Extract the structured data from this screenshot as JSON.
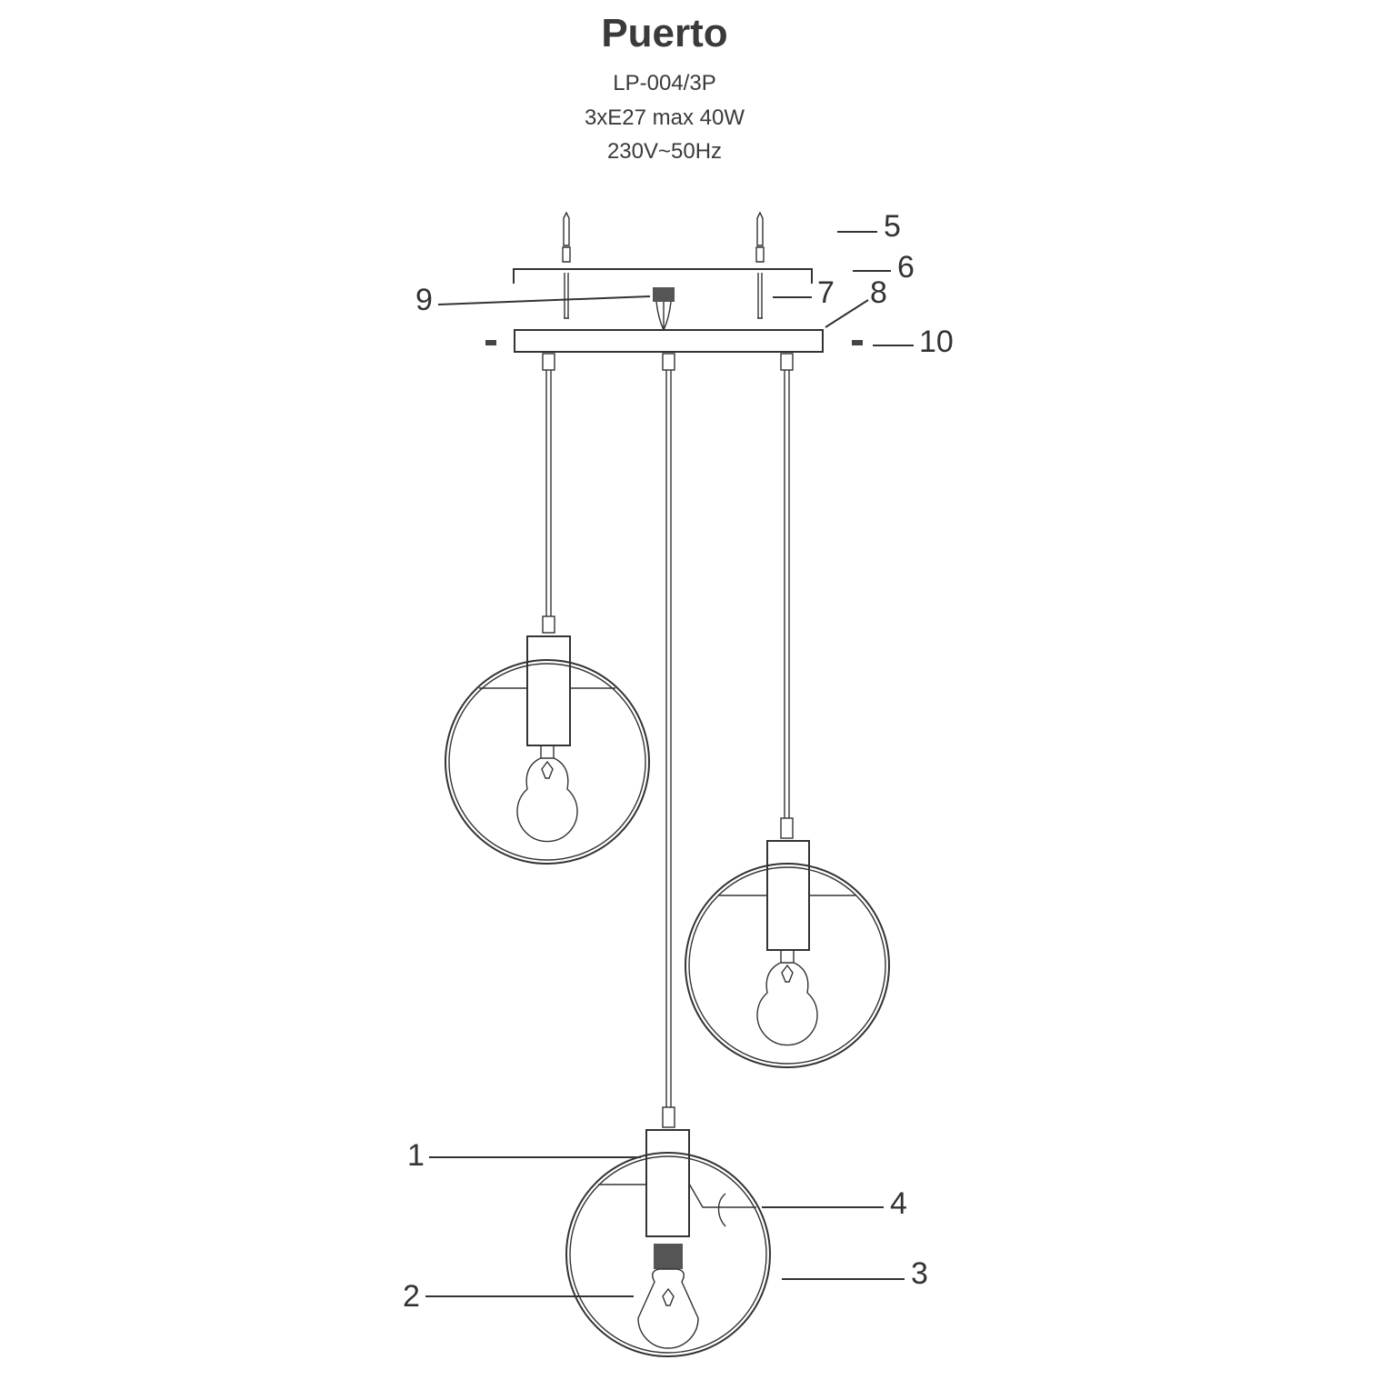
{
  "header": {
    "title": "Puerto",
    "model": "LP-004/3P",
    "bulbs": "3xE27 max 40W",
    "power": "230V~50Hz"
  },
  "parts": {
    "p1": "1",
    "p2": "2",
    "p3": "3",
    "p4": "4",
    "p5": "5",
    "p6": "6",
    "p7": "7",
    "p8": "8",
    "p9": "9",
    "p10": "10"
  }
}
